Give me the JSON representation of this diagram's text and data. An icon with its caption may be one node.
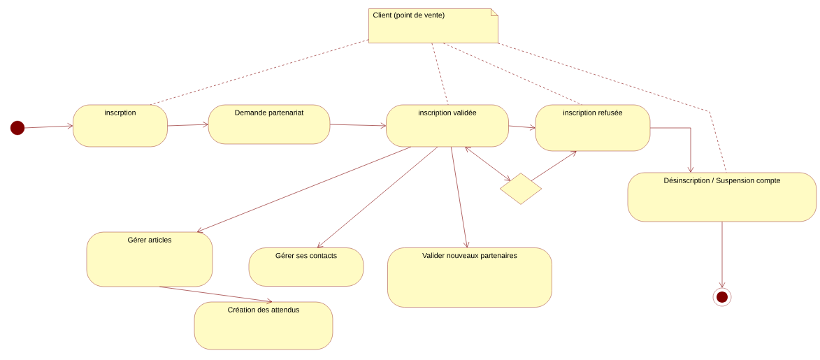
{
  "diagram": {
    "nodes": [
      {
        "text": [
          "Client (point de vente)"
        ]
      },
      {
        "text": [],
        "shape": "circle"
      },
      {
        "text": [
          "inscrption"
        ]
      },
      {
        "text": [
          "Demande partenariat"
        ]
      },
      {
        "text": [
          "inscription validée"
        ]
      },
      {
        "text": [
          "inscription refusée"
        ]
      },
      {
        "text": [],
        "shape": "diamond"
      },
      {
        "text": [
          "Désinscription / Suspension compte"
        ]
      },
      {
        "text": [
          "Gérer articles"
        ]
      },
      {
        "text": [
          "Gérer ses contacts"
        ]
      },
      {
        "text": [
          "Valider nouveaux partenaires"
        ]
      },
      {
        "text": [
          "Création des attendus"
        ]
      },
      {
        "text": [],
        "shape": "circle"
      }
    ],
    "edges": [
      {
        "from": 1,
        "to": 2,
        "arrow": "to"
      },
      {
        "from": 2,
        "to": 3,
        "arrow": "to"
      },
      {
        "from": 3,
        "to": 4,
        "arrow": "to"
      },
      {
        "from": 4,
        "to": 5,
        "arrow": "to"
      },
      {
        "from": 5,
        "to": 7,
        "arrow": "to"
      },
      {
        "from": 4,
        "to": 8,
        "arrow": "to"
      },
      {
        "from": 4,
        "to": 9,
        "arrow": "to"
      },
      {
        "from": 4,
        "to": 10,
        "arrow": "to"
      },
      {
        "from": 4,
        "to": 6,
        "arrow": "both"
      },
      {
        "from": 6,
        "to": 5,
        "arrow": "to"
      },
      {
        "from": 8,
        "to": 11,
        "arrow": "to"
      },
      {
        "from": 7,
        "to": 12,
        "arrow": "to"
      },
      {
        "from": 0,
        "to": 2,
        "arrow": "none",
        "style": "dashed"
      },
      {
        "from": 0,
        "to": 4,
        "arrow": "none",
        "style": "dashed"
      },
      {
        "from": 0,
        "to": 5,
        "arrow": "none",
        "style": "dashed"
      },
      {
        "from": 0,
        "to": 7,
        "arrow": "none",
        "style": "dashed"
      }
    ]
  }
}
